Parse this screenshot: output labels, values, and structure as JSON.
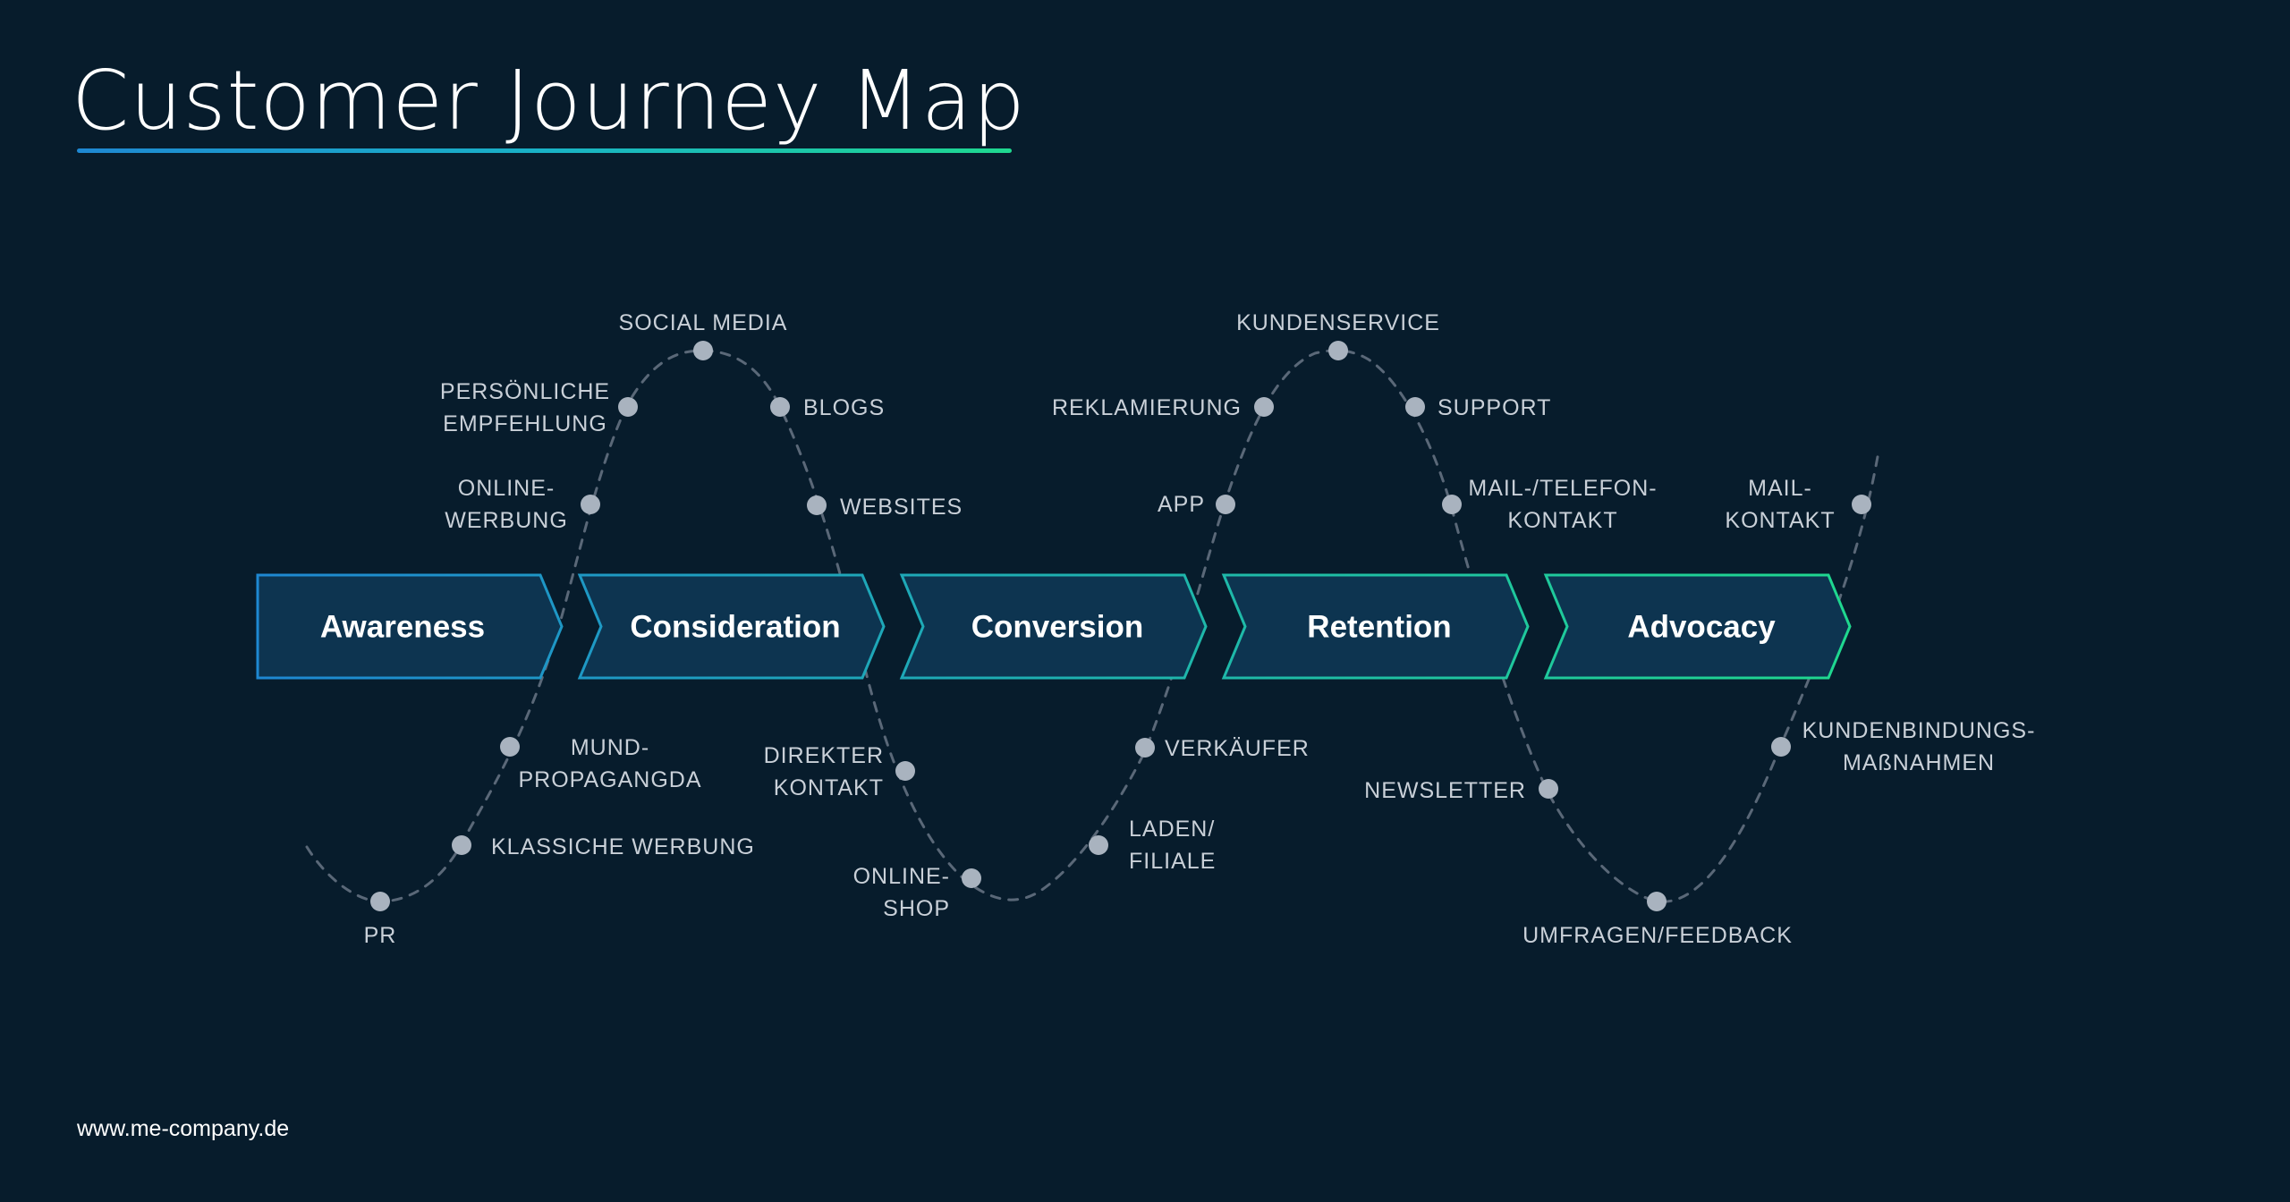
{
  "title": "Customer Journey Map",
  "footer": {
    "url": "www.me-company.de"
  },
  "colors": {
    "background": "#071c2c",
    "stage_fill": "#0d3450",
    "stage_gradient": [
      "#1e88d2",
      "#1fd88f"
    ],
    "dot": "#a9b3bf",
    "label": "#c9d0d8",
    "curve": "#5a6878"
  },
  "stages": [
    {
      "id": "awareness",
      "label": "Awareness"
    },
    {
      "id": "consideration",
      "label": "Consideration"
    },
    {
      "id": "conversion",
      "label": "Conversion"
    },
    {
      "id": "retention",
      "label": "Retention"
    },
    {
      "id": "advocacy",
      "label": "Advocacy"
    }
  ],
  "touchpoints": [
    {
      "lines": [
        "PR"
      ]
    },
    {
      "lines": [
        "KLASSICHE WERBUNG"
      ]
    },
    {
      "lines": [
        "MUND-",
        "PROPAGANGDA"
      ]
    },
    {
      "lines": [
        "ONLINE-",
        "WERBUNG"
      ]
    },
    {
      "lines": [
        "PERSÖNLICHE",
        "EMPFEHLUNG"
      ]
    },
    {
      "lines": [
        "SOCIAL MEDIA"
      ]
    },
    {
      "lines": [
        "BLOGS"
      ]
    },
    {
      "lines": [
        "WEBSITES"
      ]
    },
    {
      "lines": [
        "DIREKTER",
        "KONTAKT"
      ]
    },
    {
      "lines": [
        "ONLINE-",
        "SHOP"
      ]
    },
    {
      "lines": [
        "LADEN/",
        "FILIALE"
      ]
    },
    {
      "lines": [
        "VERKÄUFER"
      ]
    },
    {
      "lines": [
        "APP"
      ]
    },
    {
      "lines": [
        "REKLAMIERUNG"
      ]
    },
    {
      "lines": [
        "KUNDENSERVICE"
      ]
    },
    {
      "lines": [
        "SUPPORT"
      ]
    },
    {
      "lines": [
        "MAIL-/TELEFON-",
        "KONTAKT"
      ]
    },
    {
      "lines": [
        "NEWSLETTER"
      ]
    },
    {
      "lines": [
        "UMFRAGEN/FEEDBACK"
      ]
    },
    {
      "lines": [
        "KUNDENBINDUNGS-",
        "MAßNAHMEN"
      ]
    },
    {
      "lines": [
        "MAIL-",
        "KONTAKT"
      ]
    }
  ]
}
